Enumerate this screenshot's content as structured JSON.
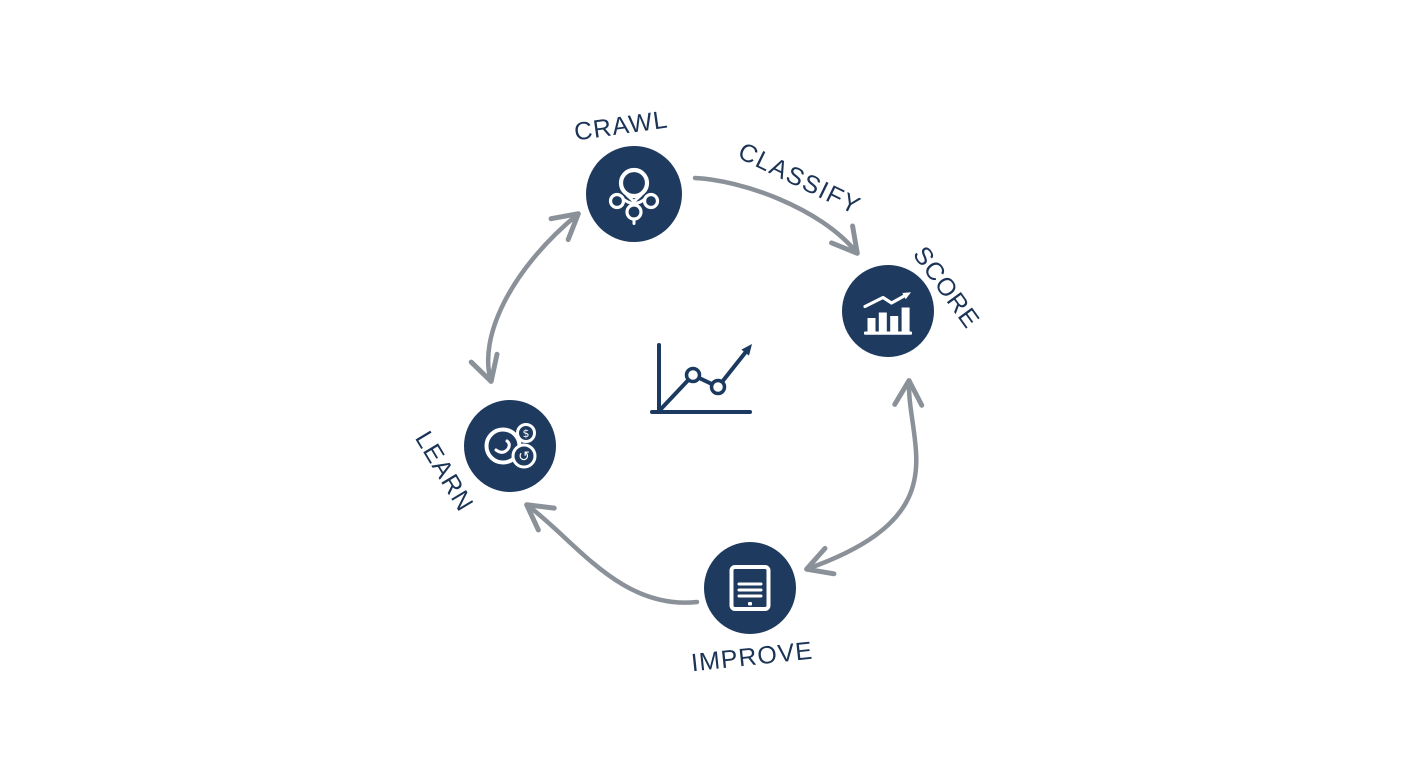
{
  "diagram": {
    "type": "cycle",
    "nodes": [
      {
        "id": "crawl",
        "label": "CRAWL",
        "icon": "spider-network-icon"
      },
      {
        "id": "score",
        "label": "SCORE",
        "icon": "growth-bars-icon"
      },
      {
        "id": "improve",
        "label": "IMPROVE",
        "icon": "tablet-text-icon"
      },
      {
        "id": "learn",
        "label": "LEARN",
        "icon": "money-learning-cycle-icon"
      }
    ],
    "edges": [
      {
        "from": "CRAWL",
        "to": "SCORE",
        "label": "CLASSIFY",
        "bidirectional": false
      },
      {
        "from": "SCORE",
        "to": "IMPROVE",
        "label": "",
        "bidirectional": true
      },
      {
        "from": "IMPROVE",
        "to": "LEARN",
        "label": "",
        "bidirectional": false
      },
      {
        "from": "LEARN",
        "to": "CRAWL",
        "label": "",
        "bidirectional": true
      }
    ],
    "center_icon": "trend-line-chart-icon",
    "icon_glyphs": {
      "dollar": "$",
      "refresh": "↺"
    },
    "colors": {
      "node_fill": "#1e3a5e",
      "label_text": "#1b3456",
      "arrow": "#8b9199",
      "icon_stroke": "#ffffff",
      "center_icon_stroke": "#1c3a60",
      "background": "#ffffff"
    }
  }
}
